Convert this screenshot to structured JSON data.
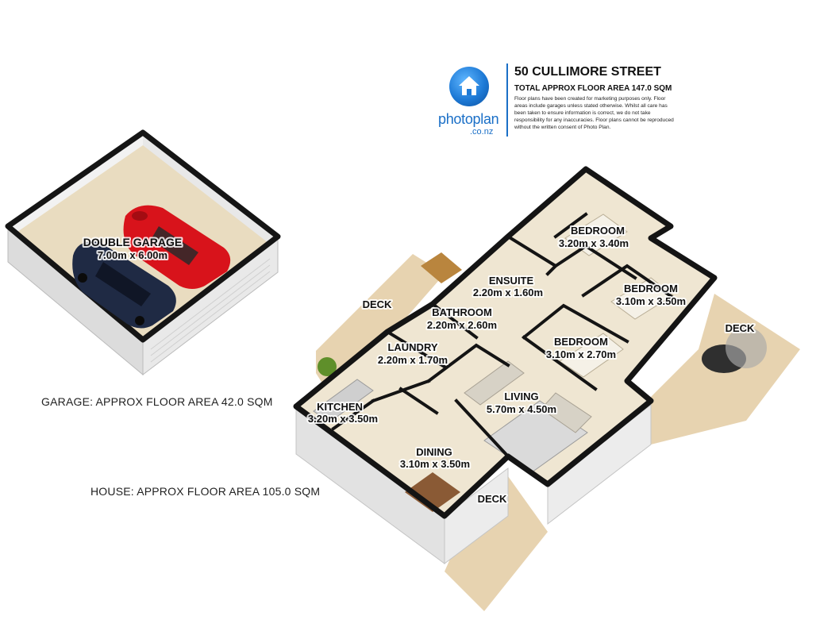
{
  "header": {
    "address": "50 CULLIMORE STREET",
    "total_area": "TOTAL APPROX FLOOR AREA 147.0 SQM",
    "disclaimer": "Floor plans have been created for marketing purposes only. Floor areas include garages unless stated otherwise. Whilst all care has been taken to ensure information is correct, we do not take responsibility for any inaccuracies. Floor plans cannot be reproduced without the written consent of Photo Plan."
  },
  "logo": {
    "icon": "house-icon",
    "name": "photoplan",
    "suffix": ".co.nz"
  },
  "area_notes": {
    "garage": "GARAGE: APPROX FLOOR AREA 42.0 SQM",
    "house": "HOUSE: APPROX FLOOR AREA 105.0 SQM"
  },
  "rooms": {
    "double_garage": {
      "name": "DOUBLE GARAGE",
      "size": "7.00m x 6.00m"
    },
    "bedroom_1": {
      "name": "BEDROOM",
      "size": "3.20m x 3.40m"
    },
    "bedroom_2": {
      "name": "BEDROOM",
      "size": "3.10m x 3.50m"
    },
    "bedroom_3": {
      "name": "BEDROOM",
      "size": "3.10m x 2.70m"
    },
    "ensuite": {
      "name": "ENSUITE",
      "size": "2.20m x 1.60m"
    },
    "bathroom": {
      "name": "BATHROOM",
      "size": "2.20m x 2.60m"
    },
    "laundry": {
      "name": "LAUNDRY",
      "size": "2.20m x 1.70m"
    },
    "kitchen": {
      "name": "KITCHEN",
      "size": "3.20m x 3.50m"
    },
    "living": {
      "name": "LIVING",
      "size": "5.70m x 4.50m"
    },
    "dining": {
      "name": "DINING",
      "size": "3.10m x 3.50m"
    }
  },
  "decks": {
    "west": "DECK",
    "east": "DECK",
    "south": "DECK"
  },
  "colors": {
    "floor": "#efe6d2",
    "deck": "#e7d3b0",
    "wall_top": "#1a1a1a",
    "wall_face": "#e4e4e4",
    "garage_floor": "#e9dcc0",
    "car_red": "#d8131b",
    "car_navy": "#1f2a44",
    "brand_blue": "#1a6fc7"
  }
}
